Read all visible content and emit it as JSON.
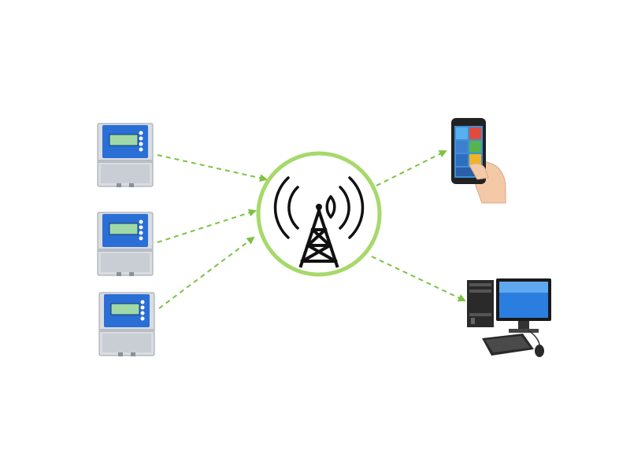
{
  "diagram": {
    "nodes": [
      {
        "id": "meter-1",
        "kind": "din-rail-energy-meter",
        "icon": "energy-meter-icon"
      },
      {
        "id": "meter-2",
        "kind": "din-rail-energy-meter",
        "icon": "energy-meter-icon"
      },
      {
        "id": "meter-3",
        "kind": "din-rail-energy-meter",
        "icon": "energy-meter-icon"
      },
      {
        "id": "gateway",
        "kind": "wireless-tower",
        "icon": "antenna-tower-icon"
      },
      {
        "id": "phone",
        "kind": "smartphone-in-hand",
        "icon": "smartphone-icon"
      },
      {
        "id": "computer",
        "kind": "desktop-computer",
        "icon": "desktop-computer-icon"
      }
    ],
    "edges": [
      {
        "from": "meter-1",
        "to": "gateway",
        "style": "dashed-arrow"
      },
      {
        "from": "meter-2",
        "to": "gateway",
        "style": "dashed-arrow"
      },
      {
        "from": "meter-3",
        "to": "gateway",
        "style": "dashed-arrow"
      },
      {
        "from": "gateway",
        "to": "phone",
        "style": "dashed-arrow"
      },
      {
        "from": "gateway",
        "to": "computer",
        "style": "dashed-arrow"
      }
    ],
    "colors": {
      "arrow": "#7dc242",
      "ring": "#a6d96a",
      "meter_body": "#2a6fd6",
      "meter_case": "#d9dde2",
      "meter_screen": "#9fd9a8",
      "tower": "#111111"
    }
  }
}
